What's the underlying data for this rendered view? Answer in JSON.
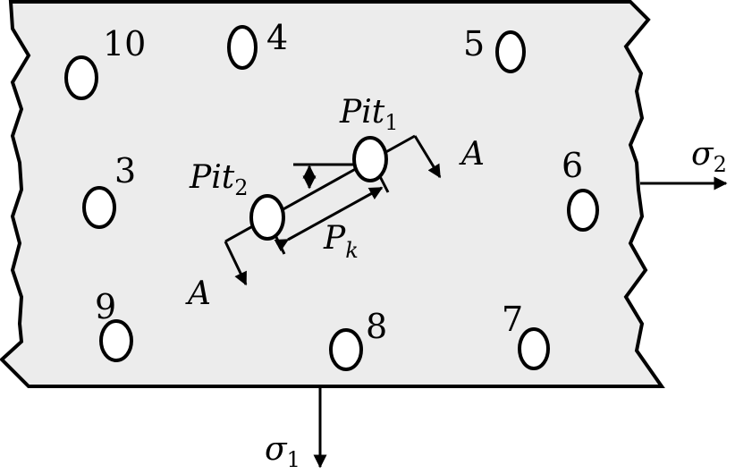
{
  "pit_numbers": [
    "10",
    "4",
    "5",
    "3",
    "6",
    "9",
    "8",
    "7"
  ],
  "pit1": {
    "base": "Pit",
    "sub": "1"
  },
  "pit2": {
    "base": "Pit",
    "sub": "2"
  },
  "section_label_top": "A",
  "section_label_bottom": "A",
  "spacing": {
    "base": "P",
    "sub": "k"
  },
  "sigma1": {
    "base": "σ",
    "sub": "1"
  },
  "sigma2": {
    "base": "σ",
    "sub": "2"
  },
  "colors": {
    "plate_fill": "#ececec",
    "stroke": "#000000"
  }
}
